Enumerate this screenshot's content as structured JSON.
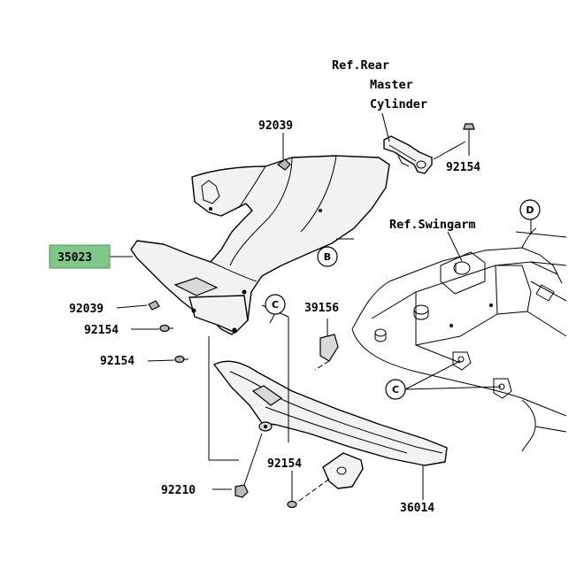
{
  "highlight_color": "#7fc88a",
  "refs": {
    "rear_master_cylinder": [
      "Ref.Rear",
      "Master",
      "Cylinder"
    ],
    "swingarm": "Ref.Swingarm"
  },
  "parts": {
    "p35023": "35023",
    "p92039_top": "92039",
    "p92039_left": "92039",
    "p92154_top_right": "92154",
    "p92154_left_1": "92154",
    "p92154_left_2": "92154",
    "p92154_bottom": "92154",
    "p39156": "39156",
    "p92210": "92210",
    "p36014": "36014"
  },
  "callouts": {
    "b": "B",
    "c_left": "C",
    "c_right": "C",
    "d": "D"
  },
  "icons": [
    "screw-icon",
    "clip-icon",
    "collar-icon"
  ]
}
